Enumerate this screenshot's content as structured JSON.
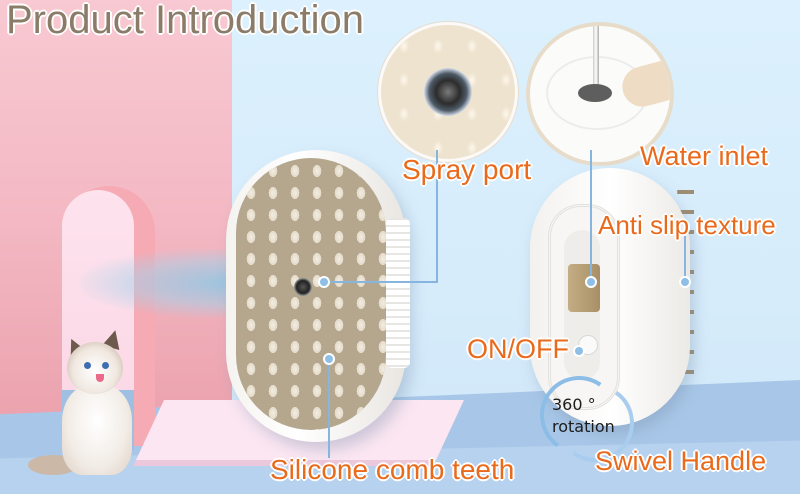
{
  "title": "Product Introduction",
  "labels": {
    "spray_port": "Spray port",
    "water_inlet": "Water inlet",
    "anti_slip_texture": "Anti slip texture",
    "on_off": "ON/OFF",
    "rotation_value": "360 °",
    "rotation_word": "rotation",
    "swivel_handle": "Swivel Handle",
    "silicone_comb_teeth": "Silicone comb teeth"
  },
  "colors": {
    "title": "#8a7c68",
    "label_orange": "#ea6a1c",
    "leader_line_blue": "#86b6e0",
    "wall_pink": "#f3b8c3",
    "wall_blue": "#d8ecfb"
  },
  "images": {
    "left": "cat-sitting-in-arch",
    "center": "steam-brush-front-with-mist",
    "detail_1": "spray-port-closeup",
    "detail_2": "water-inlet-closeup",
    "right": "steam-brush-side-view"
  }
}
